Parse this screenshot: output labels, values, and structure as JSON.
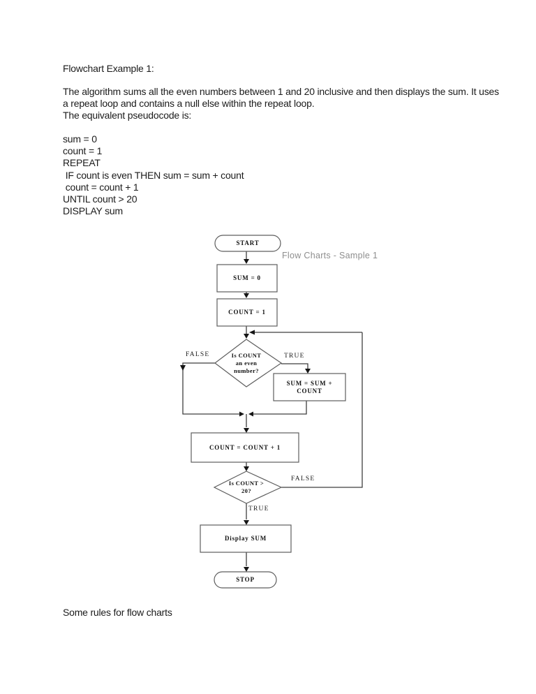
{
  "document": {
    "title": "Flowchart Example 1:",
    "paragraph": [
      "The algorithm sums all the even numbers between 1 and 20 inclusive and then displays the sum. It uses",
      "a repeat loop and contains a null else within the repeat loop.",
      "The equivalent pseudocode is:"
    ],
    "pseudocode": [
      "sum = 0",
      "count = 1",
      "REPEAT",
      " IF count is even THEN sum = sum + count",
      " count = count + 1",
      "UNTIL count > 20",
      "DISPLAY sum"
    ],
    "footer": "Some rules for flow charts"
  },
  "flowchart": {
    "caption": "Flow Charts - Sample 1",
    "nodes": {
      "start": "START",
      "sum_init": "SUM = 0",
      "count_init": "COUNT = 1",
      "decision_even": "Is COUNT\nan even\nnumber?",
      "process_sum": "SUM = SUM +\nCOUNT",
      "process_count": "COUNT = COUNT + 1",
      "decision_limit": "Is COUNT >\n20?",
      "display": "Display SUM",
      "stop": "STOP"
    },
    "branch_labels": {
      "false_even": "FALSE",
      "true_even": "TRUE",
      "false_limit": "FALSE",
      "true_limit": "TRUE"
    },
    "colors": {
      "shape_border": "#5d5d5d",
      "connector": "#3f3f3f",
      "arrowhead": "#151515",
      "caption_gray": "#8e8e8e",
      "node_text": "#111111",
      "body_text": "#1b1b1b",
      "background": "#ffffff"
    }
  }
}
